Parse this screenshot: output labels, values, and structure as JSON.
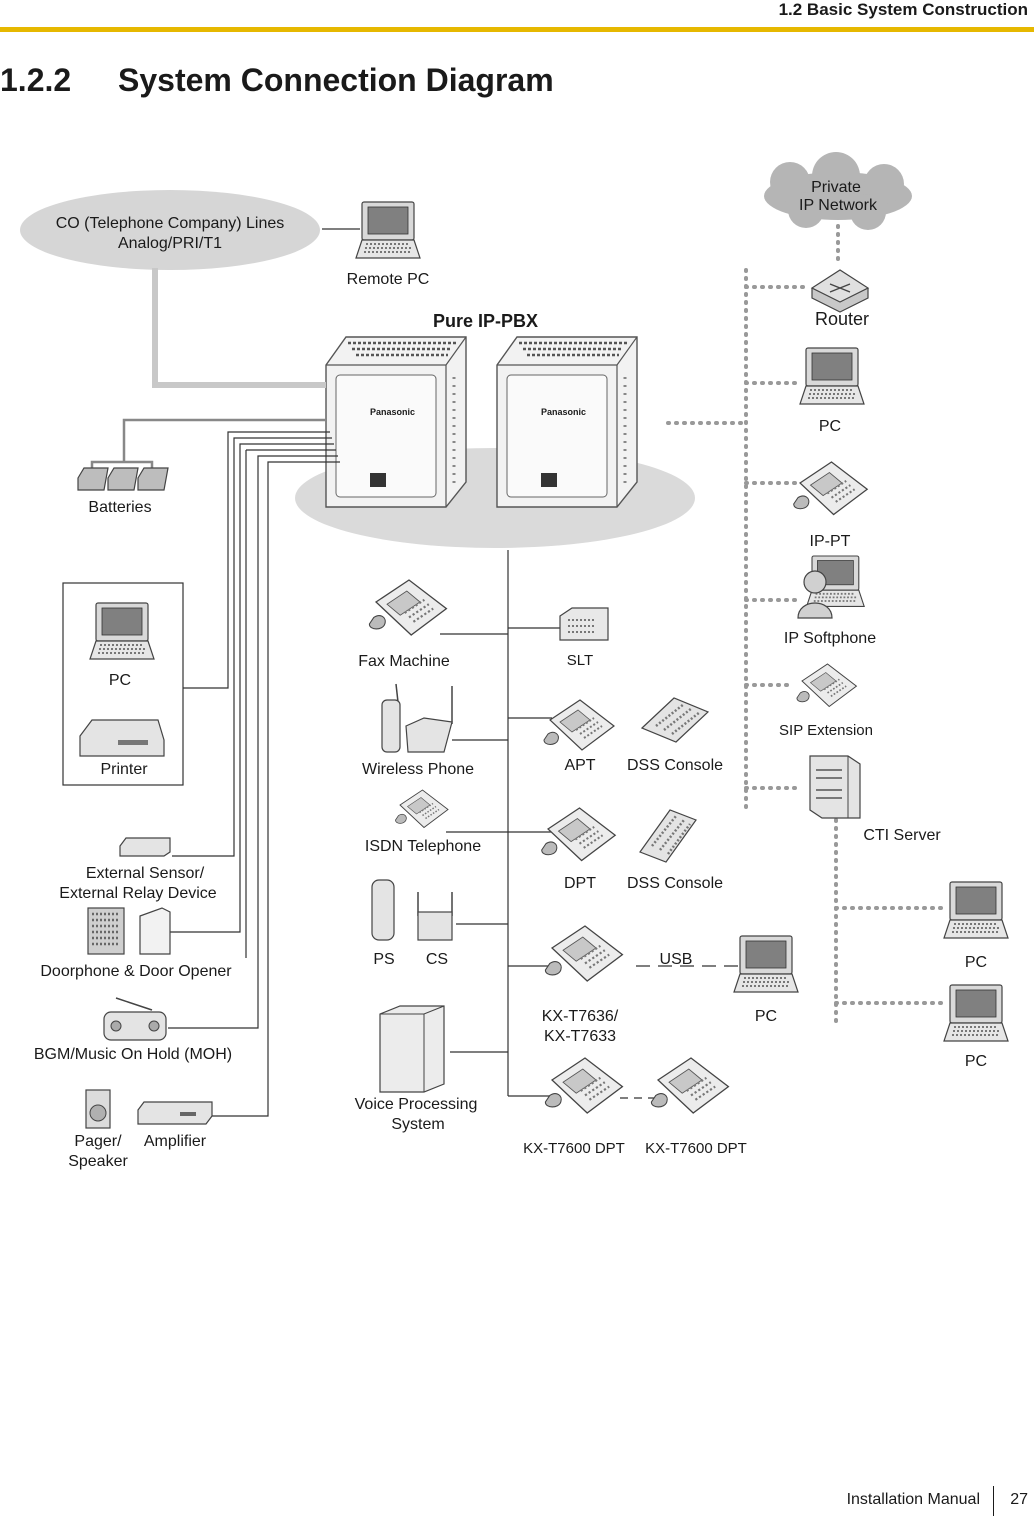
{
  "header": {
    "title": "1.2 Basic System Construction"
  },
  "section": {
    "number": "1.2.2",
    "title": "System Connection Diagram"
  },
  "diagram": {
    "pbx_label": "Pure IP-PBX",
    "pbx_brand": "Panasonic",
    "co_lines": [
      "CO (Telephone Company) Lines",
      "Analog/PRI/T1"
    ],
    "remote_pc": "Remote PC",
    "private_network": [
      "Private",
      "IP Network"
    ],
    "router": "Router",
    "pc": "PC",
    "ip_pt": "IP-PT",
    "ip_softphone": "IP Softphone",
    "sip_extension": "SIP Extension",
    "cti_server": "CTI Server",
    "batteries": "Batteries",
    "printer": "Printer",
    "external_sensor": [
      "External Sensor/",
      "External Relay Device"
    ],
    "doorphone": "Doorphone & Door Opener",
    "bgm": "BGM/Music On Hold (MOH)",
    "pager": [
      "Pager/",
      "Speaker"
    ],
    "amplifier": "Amplifier",
    "fax": "Fax Machine",
    "wireless_phone": "Wireless Phone",
    "isdn_telephone": "ISDN Telephone",
    "ps": "PS",
    "cs": "CS",
    "voice_processing": [
      "Voice Processing",
      "System"
    ],
    "slt": "SLT",
    "apt": "APT",
    "dss_console": "DSS Console",
    "dpt": "DPT",
    "kx_t7636": [
      "KX-T7636/",
      "KX-T7633"
    ],
    "usb": "USB",
    "kx_t7600": "KX-T7600 DPT"
  },
  "footer": {
    "label": "Installation Manual",
    "page": "27"
  }
}
